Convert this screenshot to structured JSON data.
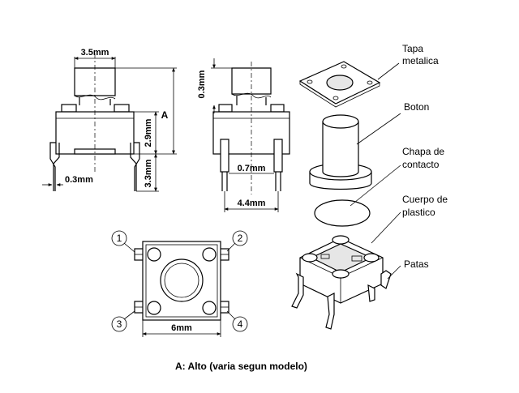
{
  "dimensions": {
    "top_width": "3.5mm",
    "lead_thickness": "0.3mm",
    "body_height": "2.9mm",
    "lead_length": "3.3mm",
    "overall_height": "A",
    "cap_height": "0.3mm",
    "lead_width": "0.7mm",
    "lead_spacing": "4.4mm",
    "body_width": "6mm"
  },
  "parts": [
    {
      "line1": "Tapa",
      "line2": "metalica"
    },
    {
      "line1": "Boton",
      "line2": ""
    },
    {
      "line1": "Chapa de",
      "line2": "contacto"
    },
    {
      "line1": "Cuerpo de",
      "line2": "plastico"
    },
    {
      "line1": "Patas",
      "line2": ""
    }
  ],
  "pins": [
    "1",
    "2",
    "3",
    "4"
  ],
  "caption": "A: Alto (varia segun modelo)"
}
